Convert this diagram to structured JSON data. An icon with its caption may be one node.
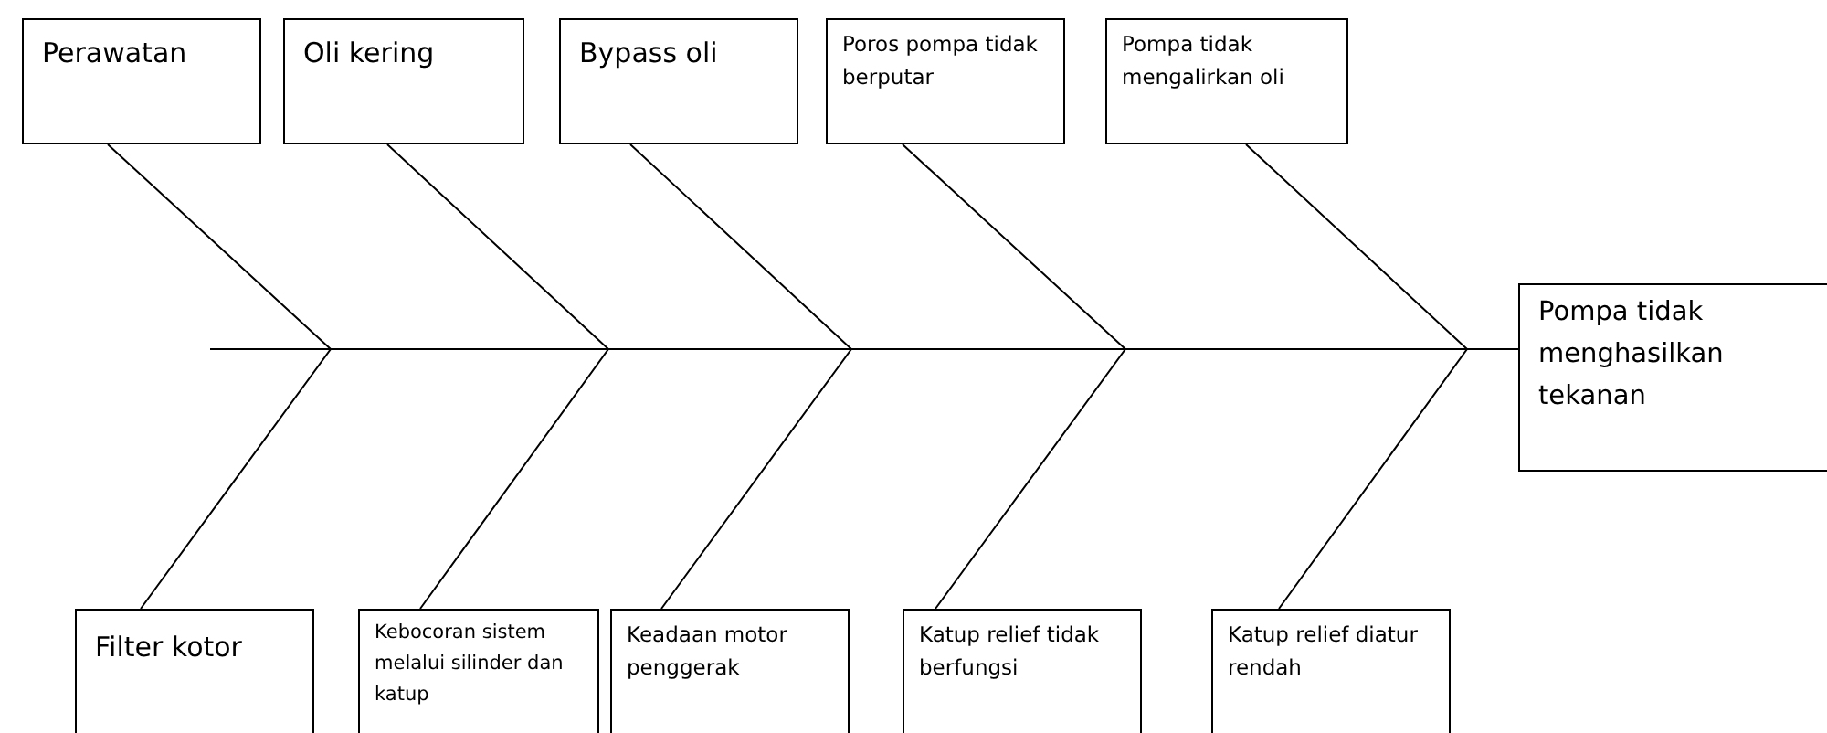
{
  "diagram": {
    "nodes": [
      {
        "text": [
          "Perawatan"
        ]
      },
      {
        "text": [
          "Oli kering"
        ]
      },
      {
        "text": [
          "Bypass oli"
        ]
      },
      {
        "text": [
          "Poros pompa tidak berputar"
        ]
      },
      {
        "text": [
          "Pompa tidak mengalirkan oli"
        ]
      },
      {
        "text": [
          "Pompa tidak menghasilkan tekanan"
        ]
      },
      {
        "text": [
          "Filter kotor"
        ]
      },
      {
        "text": [
          "Kebocoran sistem melalui silinder dan katup"
        ]
      },
      {
        "text": [
          "Keadaan motor penggerak"
        ]
      },
      {
        "text": [
          "Katup relief tidak berfungsi"
        ]
      },
      {
        "text": [
          "Katup relief diatur rendah"
        ]
      }
    ],
    "edges": [
      {
        "from": 0,
        "to": 5,
        "arrow": "none"
      },
      {
        "from": 1,
        "to": 5,
        "arrow": "none"
      },
      {
        "from": 2,
        "to": 5,
        "arrow": "none"
      },
      {
        "from": 3,
        "to": 5,
        "arrow": "none"
      },
      {
        "from": 4,
        "to": 5,
        "arrow": "none"
      },
      {
        "from": 6,
        "to": 5,
        "arrow": "none"
      },
      {
        "from": 7,
        "to": 5,
        "arrow": "none"
      },
      {
        "from": 8,
        "to": 5,
        "arrow": "none"
      },
      {
        "from": 9,
        "to": 5,
        "arrow": "none"
      },
      {
        "from": 10,
        "to": 5,
        "arrow": "none"
      }
    ]
  }
}
